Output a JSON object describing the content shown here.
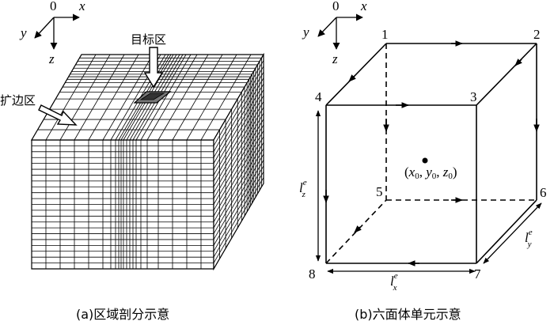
{
  "panel_a": {
    "axes": {
      "origin": "0",
      "x": "x",
      "y": "y",
      "z": "z"
    },
    "label_target": "目标区",
    "label_expand": "扩边区",
    "caption": "(a)区域剖分示意"
  },
  "panel_b": {
    "axes": {
      "origin": "0",
      "x": "x",
      "y": "y",
      "z": "z"
    },
    "nodes": [
      "1",
      "2",
      "3",
      "4",
      "5",
      "6",
      "7",
      "8"
    ],
    "center": {
      "x": "x",
      "y": "y",
      "z": "z",
      "sub": "0"
    },
    "lengths": {
      "l": "l",
      "sup": "e",
      "x": "x",
      "y": "y",
      "z": "z"
    },
    "caption": "(b)六面体单元示意"
  }
}
